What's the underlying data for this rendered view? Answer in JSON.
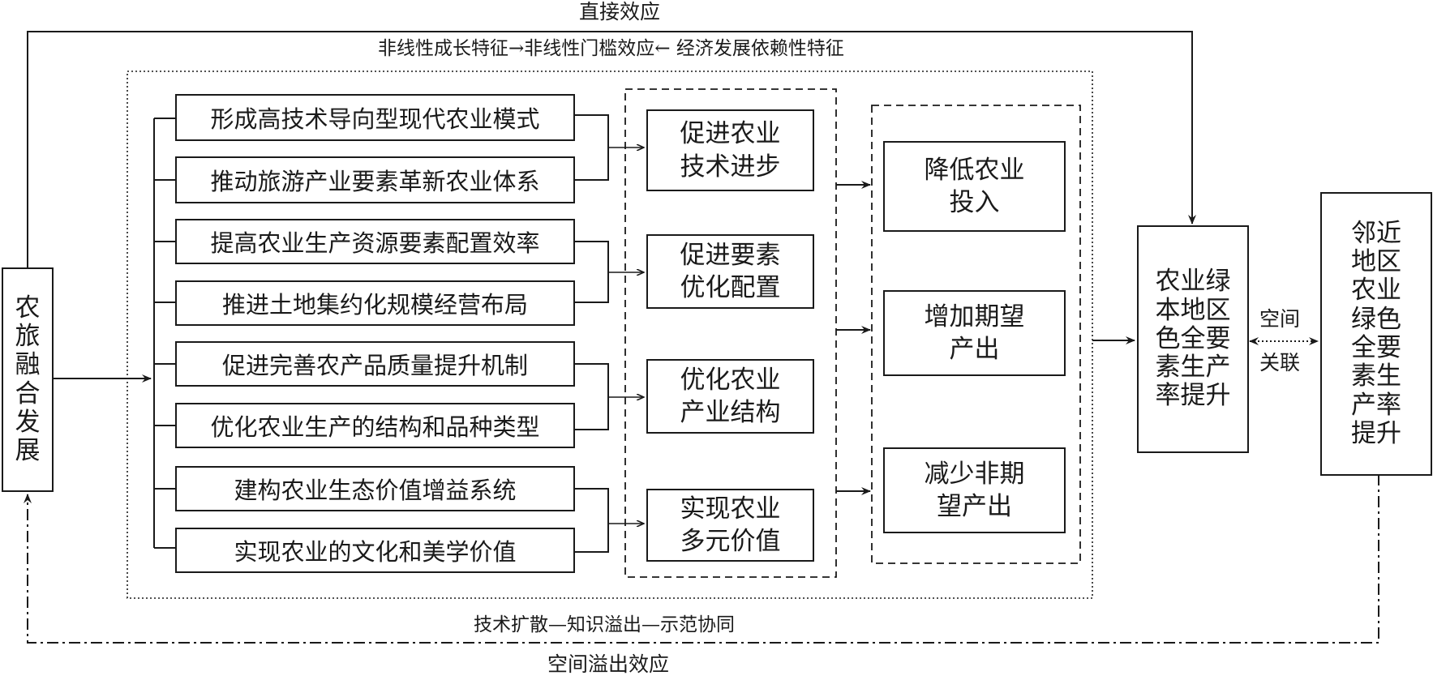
{
  "labels": {
    "direct_effect": "直接效应",
    "mechanism_feature": "非线性成长特征→非线性门槛效应← 经济发展依赖性特征",
    "spatial_channel": "技术扩散—知识溢出—示范协同",
    "spatial_spillover": "空间溢出效应",
    "spatial_link_line1": "空间",
    "spatial_link_line2": "关联"
  },
  "source": {
    "text": "农\n旅\n融\n合\n发\n展"
  },
  "actions": [
    "形成高技术导向型现代农业模式",
    "推动旅游产业要素革新农业体系",
    "提高农业生产资源要素配置效率",
    "推进土地集约化规模经营布局",
    "促进完善农产品质量提升机制",
    "优化农业生产的结构和品种类型",
    "建构农业生态价值增益系统",
    "实现农业的文化和美学价值"
  ],
  "mechanisms": [
    "促进农业\n技术进步",
    "促进要素\n优化配置",
    "优化农业\n产业结构",
    "实现农业\n多元价值"
  ],
  "outcomes": [
    "降低农业\n投入",
    "增加期望\n产出",
    "减少非期\n望产出"
  ],
  "local_result": {
    "text": "农业绿\n本地区\n色全要\n素生产\n率提升"
  },
  "neighbor_result": {
    "text": "邻近\n地区\n农业\n绿色\n全要\n素生\n产率\n提升"
  }
}
